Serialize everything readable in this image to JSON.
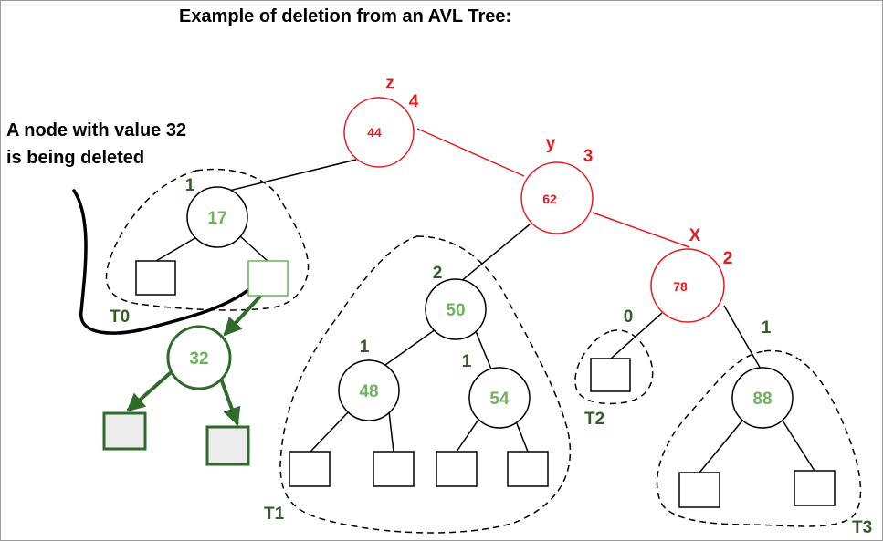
{
  "title": "Example of deletion from an AVL Tree:",
  "note": {
    "line1": "A node with value 32",
    "line2": "is being deleted"
  },
  "colors": {
    "unbalanced": "#e8191e",
    "balanced_key": "#6db35c",
    "deleted": "#2f6b2a",
    "label": "#335d27",
    "outline": "#000000",
    "leaf_fill": "#ececec"
  },
  "nodes": [
    {
      "id": "z",
      "key": "44",
      "height": "4",
      "role": "z",
      "state": "unbalanced"
    },
    {
      "id": "y",
      "key": "62",
      "height": "3",
      "role": "y",
      "state": "unbalanced"
    },
    {
      "id": "x",
      "key": "78",
      "height": "2",
      "role": "X",
      "state": "unbalanced"
    },
    {
      "id": "n17",
      "key": "17",
      "height": "1",
      "state": "balanced"
    },
    {
      "id": "n32",
      "key": "32",
      "state": "deleted"
    },
    {
      "id": "n50",
      "key": "50",
      "height": "2",
      "state": "balanced"
    },
    {
      "id": "n48",
      "key": "48",
      "height": "1",
      "state": "balanced"
    },
    {
      "id": "n54",
      "key": "54",
      "height": "1",
      "state": "balanced"
    },
    {
      "id": "n88",
      "key": "88",
      "height": "1",
      "state": "balanced"
    }
  ],
  "empty_leaf_height": "0",
  "subtrees": [
    "T0",
    "T1",
    "T2",
    "T3"
  ]
}
